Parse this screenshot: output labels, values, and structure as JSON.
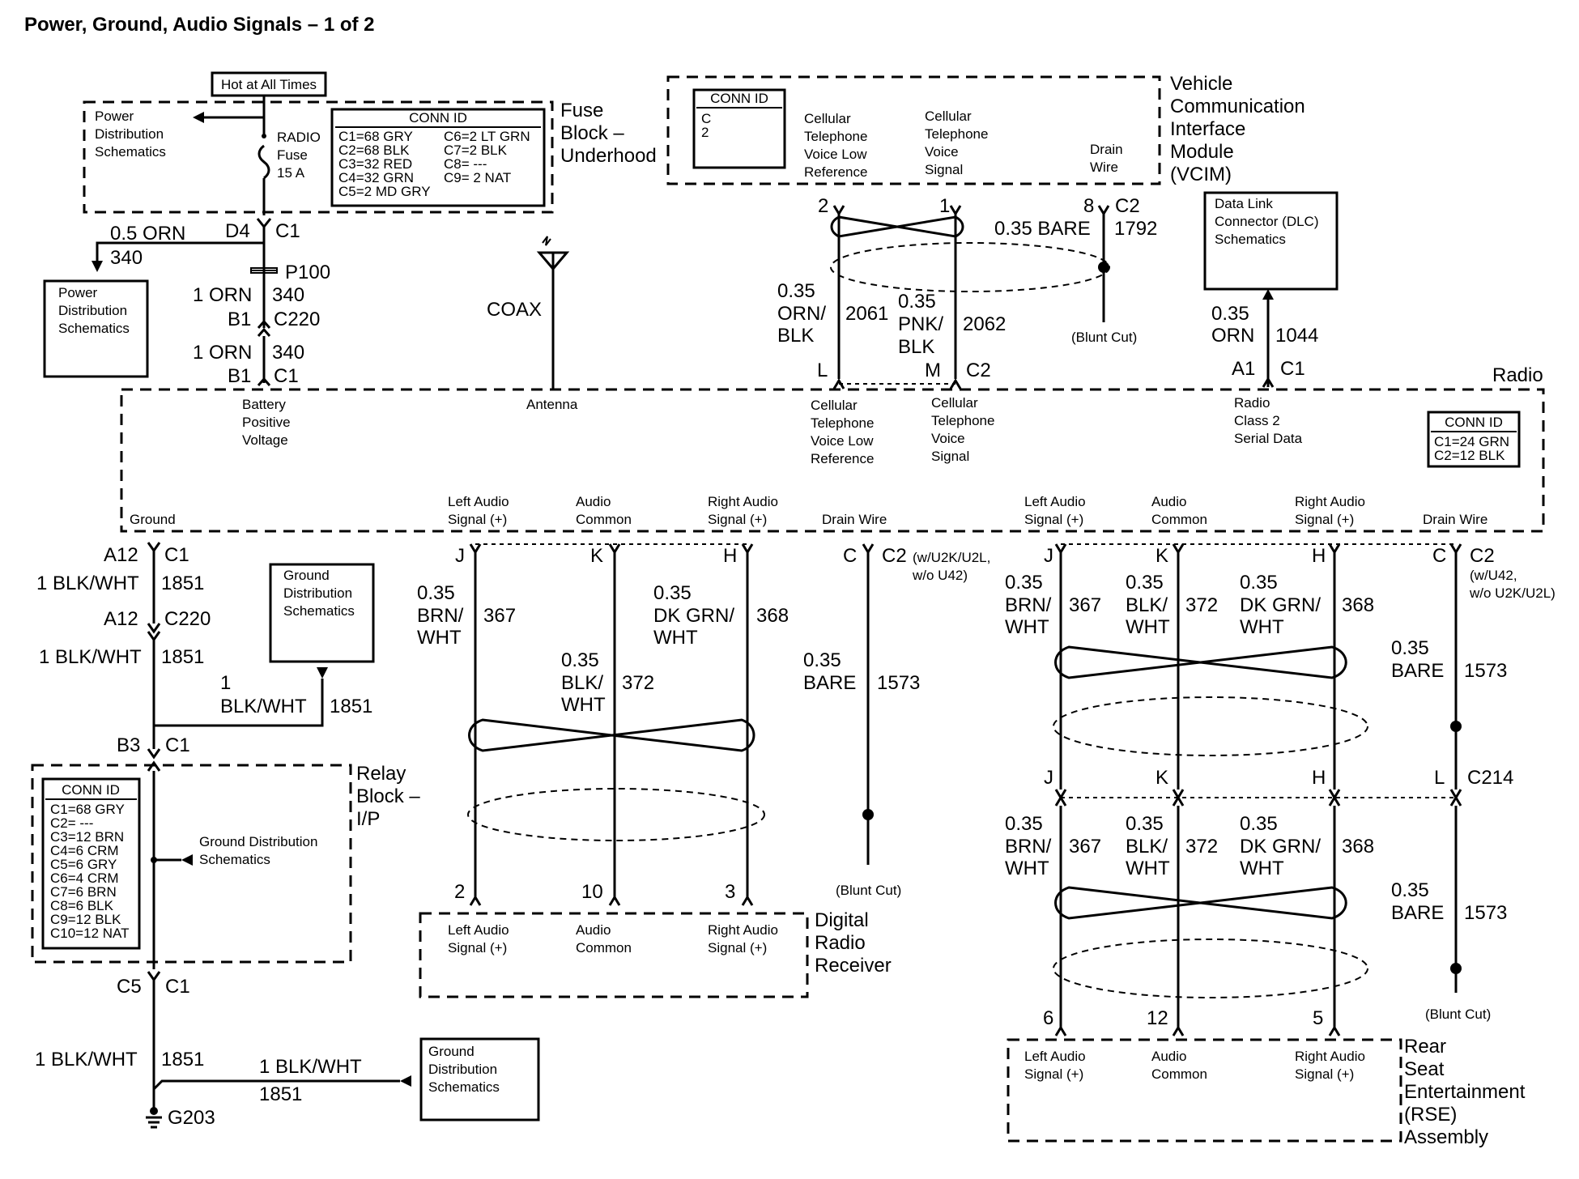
{
  "title": "Power, Ground, Audio Signals – 1 of 2",
  "fuse_block": {
    "hot": "Hot at All Times",
    "power_dist": [
      "Power",
      "Distribution",
      "Schematics"
    ],
    "fuse": [
      "RADIO",
      "Fuse",
      "15 A"
    ],
    "conn_id": "CONN ID",
    "conn_left": [
      "C1=68 GRY",
      "C2=68 BLK",
      "C3=32 RED",
      "C4=32 GRN",
      "C5=2 MD GRY"
    ],
    "conn_right": [
      "C6=2 LT GRN",
      "C7=2 BLK",
      "C8= ---",
      "C9= 2 NAT"
    ],
    "name": [
      "Fuse",
      "Block –",
      "Underhood"
    ]
  },
  "power_feed": {
    "wire_top": "0.5 ORN",
    "circuit_top": "340",
    "pin_top": "D4",
    "conn_top": "C1",
    "power_dist": [
      "Power",
      "Distribution",
      "Schematics"
    ],
    "p100": "P100",
    "seg1_wire": "1 ORN",
    "seg1_circuit": "340",
    "seg1_pin": "B1",
    "seg1_conn": "C220",
    "seg2_wire": "1 ORN",
    "seg2_circuit": "340",
    "seg2_pin": "B1",
    "seg2_conn": "C1"
  },
  "antenna": {
    "coax": "COAX"
  },
  "vcim": {
    "conn_id": "CONN ID",
    "conn": "C2",
    "col1": [
      "Cellular",
      "Telephone",
      "Voice Low",
      "Reference"
    ],
    "col2": [
      "Cellular",
      "Telephone",
      "Voice",
      "Signal"
    ],
    "col3": [
      "Drain",
      "Wire"
    ],
    "name": [
      "Vehicle",
      "Communication",
      "Interface",
      "Module",
      "(VCIM)"
    ],
    "pin2": "2",
    "pin1": "1",
    "pin8": "8",
    "conn_num": "1792",
    "bare": "0.35 BARE",
    "wire_l": [
      "0.35",
      "ORN/",
      "BLK"
    ],
    "circuit_l": "2061",
    "wire_m": [
      "0.35",
      "PNK/",
      "BLK"
    ],
    "circuit_m": "2062",
    "blunt": "(Blunt Cut)",
    "pin_l": "L",
    "pin_m": "M",
    "radio_conn": "C2"
  },
  "dlc": {
    "label": [
      "Data Link",
      "Connector (DLC)",
      "Schematics"
    ],
    "wire": [
      "0.35",
      "ORN"
    ],
    "circuit": "1044",
    "pin": "A1",
    "conn": "C1"
  },
  "radio": {
    "name": "Radio",
    "battery": [
      "Battery",
      "Positive",
      "Voltage"
    ],
    "antenna": "Antenna",
    "cell_low": [
      "Cellular",
      "Telephone",
      "Voice Low",
      "Reference"
    ],
    "cell_sig": [
      "Cellular",
      "Telephone",
      "Voice",
      "Signal"
    ],
    "class2": [
      "Radio",
      "Class 2",
      "Serial Data"
    ],
    "conn_id": "CONN ID",
    "conn": [
      "C1=24 GRN",
      "C2=12 BLK"
    ],
    "ground": "Ground",
    "left_audio": [
      "Left Audio",
      "Signal (+)"
    ],
    "audio_common": [
      "Audio",
      "Common"
    ],
    "right_audio": [
      "Right Audio",
      "Signal (+)"
    ],
    "drain": "Drain Wire"
  },
  "ground_path": {
    "a12_c1_pin": "A12",
    "a12_c1_conn": "C1",
    "wire1": "1 BLK/WHT",
    "circ1": "1851",
    "a12_c220_pin": "A12",
    "a12_c220_conn": "C220",
    "wire2": "1 BLK/WHT",
    "circ2": "1851",
    "gds1": [
      "Ground",
      "Distribution",
      "Schematics"
    ],
    "branch_wire": [
      "1",
      "BLK/WHT"
    ],
    "branch_circ": "1851",
    "b3_pin": "B3",
    "b3_conn": "C1",
    "c5_pin": "C5",
    "c5_conn": "C1",
    "wire3": "1 BLK/WHT",
    "circ3": "1851",
    "branch2_wire": "1 BLK/WHT",
    "branch2_circ": "1851",
    "gds3": [
      "Ground",
      "Distribution",
      "Schematics"
    ],
    "g203": "G203"
  },
  "relay_block": {
    "conn_id": "CONN ID",
    "conn": [
      "C1=68 GRY",
      "C2= ---",
      "C3=12 BRN",
      "C4=6 CRM",
      "C5=6 GRY",
      "C6=4 CRM",
      "C7=6 BRN",
      "C8=6 BLK",
      "C9=12 BLK",
      "C10=12 NAT"
    ],
    "gds": [
      "Ground Distribution",
      "Schematics"
    ],
    "name": [
      "Relay",
      "Block –",
      "I/P"
    ]
  },
  "drr": {
    "pins": [
      "J",
      "K",
      "H",
      "C"
    ],
    "conn": "C2",
    "cond": [
      "(w/U2K/U2L,",
      "w/o U42)"
    ],
    "w367": [
      "0.35",
      "BRN/",
      "WHT"
    ],
    "c367": "367",
    "w368": [
      "0.35",
      "DK GRN/",
      "WHT"
    ],
    "c368": "368",
    "w372": [
      "0.35",
      "BLK/",
      "WHT"
    ],
    "c372": "372",
    "wbare": [
      "0.35",
      "BARE"
    ],
    "cbare": "1573",
    "blunt": "(Blunt Cut)",
    "bottom_pins": [
      "2",
      "10",
      "3"
    ],
    "left_audio": [
      "Left Audio",
      "Signal (+)"
    ],
    "audio_common": [
      "Audio",
      "Common"
    ],
    "right_audio": [
      "Right Audio",
      "Signal (+)"
    ],
    "name": [
      "Digital",
      "Radio",
      "Receiver"
    ]
  },
  "rse": {
    "pins": [
      "J",
      "K",
      "H",
      "C"
    ],
    "conn": "C2",
    "cond": [
      "(w/U42,",
      "w/o U2K/U2L)"
    ],
    "w367": [
      "0.35",
      "BRN/",
      "WHT"
    ],
    "c367": "367",
    "w372": [
      "0.35",
      "BLK/",
      "WHT"
    ],
    "c372": "372",
    "w368": [
      "0.35",
      "DK GRN/",
      "WHT"
    ],
    "c368": "368",
    "wbare": [
      "0.35",
      "BARE"
    ],
    "cbare": "1573",
    "c214_pins": [
      "J",
      "K",
      "H",
      "L"
    ],
    "c214": "C214",
    "w367b": [
      "0.35",
      "BRN/",
      "WHT"
    ],
    "c367b": "367",
    "w372b": [
      "0.35",
      "BLK/",
      "WHT"
    ],
    "c372b": "372",
    "w368b": [
      "0.35",
      "DK GRN/",
      "WHT"
    ],
    "c368b": "368",
    "wbareb": [
      "0.35",
      "BARE"
    ],
    "cbareb": "1573",
    "blunt": "(Blunt Cut)",
    "bottom_pins": [
      "6",
      "12",
      "5"
    ],
    "left_audio": [
      "Left Audio",
      "Signal (+)"
    ],
    "audio_common": [
      "Audio",
      "Common"
    ],
    "right_audio": [
      "Right Audio",
      "Signal (+)"
    ],
    "name": [
      "Rear",
      "Seat",
      "Entertainment",
      "(RSE)",
      "Assembly"
    ]
  }
}
